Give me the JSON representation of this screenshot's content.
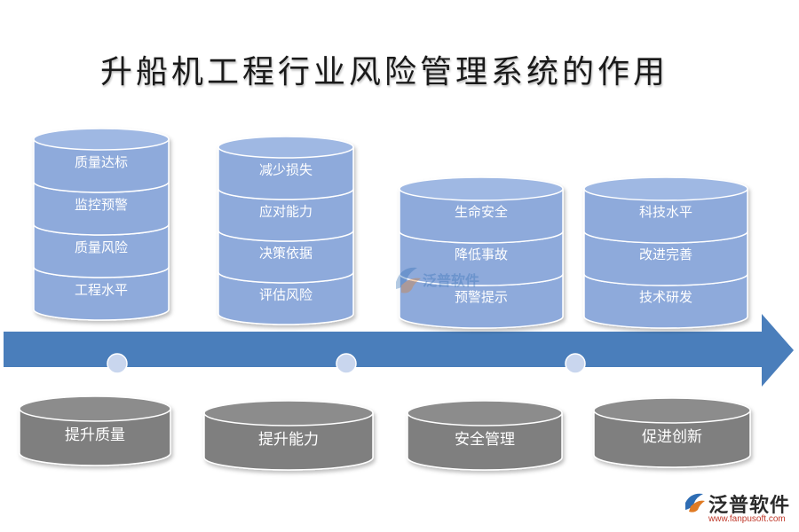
{
  "title": "升船机工程行业风险管理系统的作用",
  "colors": {
    "cylinder_fill": "#8eaadb",
    "cylinder_top": "#9fb8e3",
    "cylinder_stroke": "#ffffff",
    "arrow": "#4a7ebb",
    "base_fill": "#7f7f7f",
    "base_top": "#8c8c8c",
    "dot": "#c9d6ee"
  },
  "columns": [
    {
      "category": "提升质量",
      "items": [
        "质量达标",
        "监控预警",
        "质量风险",
        "工程水平"
      ]
    },
    {
      "category": "提升能力",
      "items": [
        "减少损失",
        "应对能力",
        "决策依据",
        "评估风险"
      ]
    },
    {
      "category": "安全管理",
      "items": [
        "生命安全",
        "降低事故",
        "预警提示"
      ]
    },
    {
      "category": "促进创新",
      "items": [
        "科技水平",
        "改进完善",
        "技术研发"
      ]
    }
  ],
  "logo": {
    "text": "泛普软件",
    "url": "www.fanpusoft.com",
    "icon": "fanpu-logo-icon"
  },
  "watermark": {
    "text": "泛普软件",
    "icon": "fanpu-watermark-icon"
  }
}
